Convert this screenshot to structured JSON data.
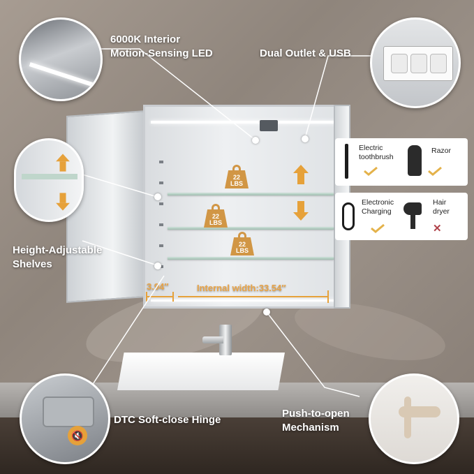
{
  "callouts": {
    "led": [
      "6000K Interior",
      "Motion-Sensing LED"
    ],
    "outlet": "Dual Outlet & USB",
    "shelves": [
      "Height-Adjustable",
      "Shelves"
    ],
    "hinge": "DTC Soft-close Hinge",
    "push": [
      "Push-to-open",
      "Mechanism"
    ]
  },
  "dimensions": {
    "depth": "3.94″",
    "width": "Internal width:33.54″"
  },
  "weight_badges": [
    {
      "line1": "22",
      "line2": "LBS"
    },
    {
      "line1": "22",
      "line2": "LBS"
    },
    {
      "line1": "22",
      "line2": "LBS"
    }
  ],
  "compatibility": {
    "top": [
      {
        "label": [
          "Electric",
          "toothbrush"
        ],
        "icon": "toothbrush-icon",
        "ok": true
      },
      {
        "label": [
          "Razor"
        ],
        "icon": "razor-icon",
        "ok": true
      }
    ],
    "bottom": [
      {
        "label": [
          "Electronic",
          "Charging"
        ],
        "icon": "charging-cable-icon",
        "ok": true
      },
      {
        "label": [
          "Hair",
          "dryer"
        ],
        "icon": "hair-dryer-icon",
        "ok": false
      }
    ]
  },
  "colors": {
    "accent_orange": "#e6a13a",
    "check_gold": "#e4b24a",
    "cross_red": "#b0424a",
    "callout_text": "#ffffff"
  }
}
